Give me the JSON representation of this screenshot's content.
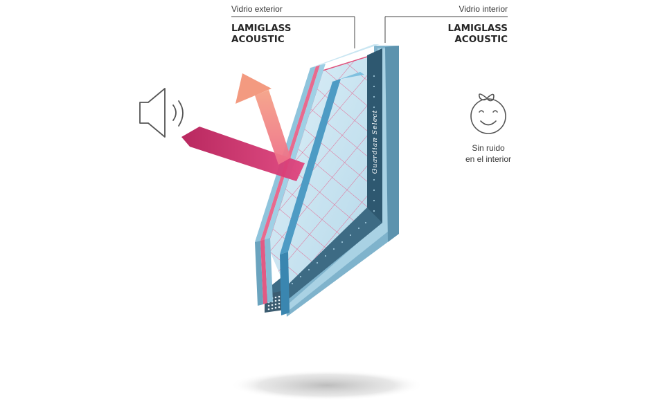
{
  "labels": {
    "exterior": {
      "caption": "Vidrio exterior",
      "product_line1": "LAMIGLASS",
      "product_line2": "ACOUSTIC"
    },
    "interior": {
      "caption": "Vidrio interior",
      "product_line1": "LAMIGLASS",
      "product_line2": "ACOUSTIC"
    }
  },
  "spacer_brand": "Guardian Select",
  "result_note": {
    "line1": "Sin ruido",
    "line2": "en el interior"
  },
  "icons": {
    "sound_source": "speaker-icon",
    "result": "smiling-baby-icon"
  },
  "colors": {
    "glass_face": "#bfe0ef",
    "glass_edge": "#8ac1d9",
    "glass_dark": "#2f5f7a",
    "interlayer": "#e86a8e",
    "sound_arrow": "#c8285f",
    "reflected_arrow": "#f08a78",
    "text": "#333333"
  }
}
